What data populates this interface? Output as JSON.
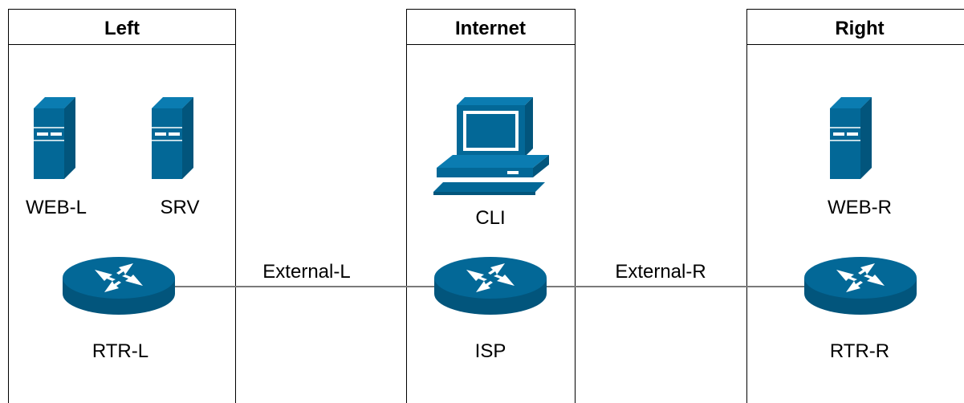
{
  "colors": {
    "device": "#036897",
    "link": "#7a7a7a",
    "frame": "#000000"
  },
  "zones": [
    {
      "id": "left",
      "title": "Left"
    },
    {
      "id": "internet",
      "title": "Internet"
    },
    {
      "id": "right",
      "title": "Right"
    }
  ],
  "nodes": [
    {
      "id": "web-l",
      "label": "WEB-L",
      "icon": "server-icon"
    },
    {
      "id": "srv",
      "label": "SRV",
      "icon": "server-icon"
    },
    {
      "id": "rtr-l",
      "label": "RTR-L",
      "icon": "router-icon"
    },
    {
      "id": "cli",
      "label": "CLI",
      "icon": "workstation-icon"
    },
    {
      "id": "isp",
      "label": "ISP",
      "icon": "router-icon"
    },
    {
      "id": "web-r",
      "label": "WEB-R",
      "icon": "server-icon"
    },
    {
      "id": "rtr-r",
      "label": "RTR-R",
      "icon": "router-icon"
    }
  ],
  "links": [
    {
      "id": "external-l",
      "label": "External-L",
      "from": "RTR-L",
      "to": "ISP"
    },
    {
      "id": "external-r",
      "label": "External-R",
      "from": "ISP",
      "to": "RTR-R"
    }
  ]
}
